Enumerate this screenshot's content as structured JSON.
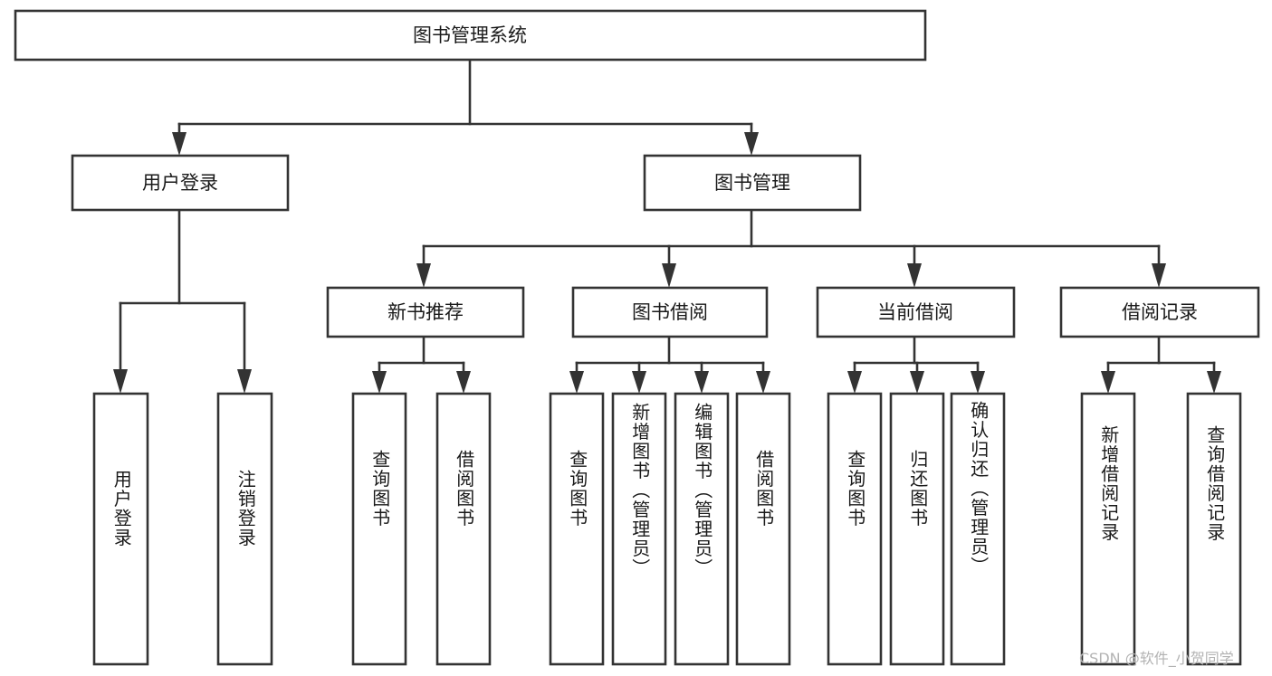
{
  "diagram": {
    "title": "图书管理系统",
    "type": "hierarchy-tree",
    "watermark": "CSDN @软件_小贺同学",
    "colors": {
      "box_stroke": "#333333",
      "box_fill": "#ffffff",
      "text": "#1a1a1a",
      "background": "#ffffff",
      "watermark": "#b3b3b3"
    },
    "root": {
      "label": "图书管理系统"
    },
    "level1": [
      {
        "label": "用户登录"
      },
      {
        "label": "图书管理"
      }
    ],
    "level2": [
      {
        "label": "新书推荐"
      },
      {
        "label": "图书借阅"
      },
      {
        "label": "当前借阅"
      },
      {
        "label": "借阅记录"
      }
    ],
    "leaves": {
      "user_login": [
        {
          "label": "用户登录"
        },
        {
          "label": "注销登录"
        }
      ],
      "new_book_recommend": [
        {
          "label": "查询图书"
        },
        {
          "label": "借阅图书"
        }
      ],
      "book_borrow": [
        {
          "label": "查询图书"
        },
        {
          "label": "新增图书（管理员）"
        },
        {
          "label": "编辑图书（管理员）"
        },
        {
          "label": "借阅图书"
        }
      ],
      "current_borrow": [
        {
          "label": "查询图书"
        },
        {
          "label": "归还图书"
        },
        {
          "label": "确认归还（管理员）"
        }
      ],
      "borrow_record": [
        {
          "label": "新增借阅记录"
        },
        {
          "label": "查询借阅记录"
        }
      ]
    }
  }
}
